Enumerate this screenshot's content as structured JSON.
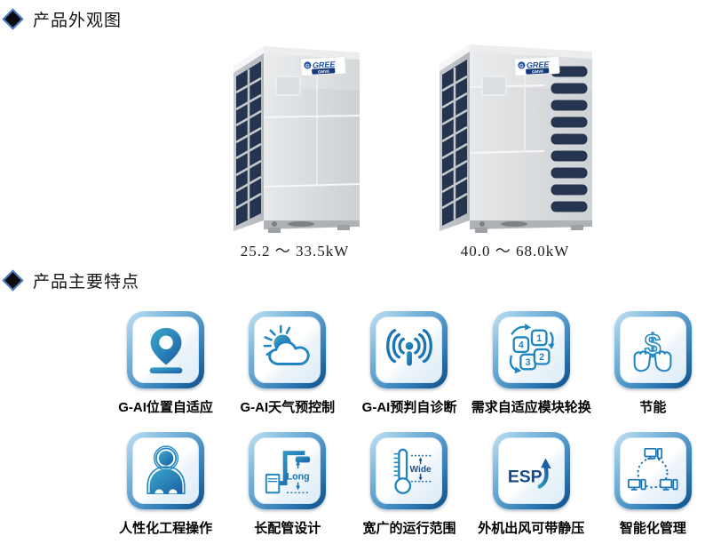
{
  "page": {
    "background": "#ffffff"
  },
  "sections": {
    "appearance": {
      "title": "产品外观图"
    },
    "features": {
      "title": "产品主要特点"
    }
  },
  "products": [
    {
      "brand": "GREE",
      "series": "GMV6",
      "capacity": "25.2 ～ 33.5kW"
    },
    {
      "brand": "GREE",
      "series": "GMV6",
      "capacity": "40.0 ～ 68.0kW"
    }
  ],
  "features": {
    "rows": [
      {
        "items": [
          {
            "icon": "location-pin-icon",
            "label": "G-AI位置自适应"
          },
          {
            "icon": "sun-cloud-icon",
            "label": "G-AI天气预控制"
          },
          {
            "icon": "signal-antenna-icon",
            "label": "G-AI预判自诊断"
          },
          {
            "icon": "module-rotation-icon",
            "label": "需求自适应模块轮换",
            "numbers": [
              "1",
              "2",
              "3",
              "4"
            ]
          },
          {
            "icon": "dollar-hands-icon",
            "label": "节能",
            "symbol": "$"
          }
        ]
      },
      {
        "items": [
          {
            "icon": "engineer-person-icon",
            "label": "人性化工程操作"
          },
          {
            "icon": "long-piping-icon",
            "label": "长配管设计",
            "text": "Long"
          },
          {
            "icon": "thermometer-icon",
            "label": "宽广的运行范围",
            "text": "Wide"
          },
          {
            "icon": "esp-arrow-icon",
            "label": "外机出风可带静压",
            "text": "ESP"
          },
          {
            "icon": "network-icon",
            "label": "智能化管理"
          }
        ]
      }
    ]
  },
  "colors": {
    "accent_blue": "#1f86c2",
    "deep_blue": "#16548f",
    "tile_rim_light": "#c3e2f3",
    "tile_rim_dark": "#0f4d86",
    "grille_navy": "#26354f",
    "unit_body": "#d8dbdd",
    "heading_text": "#141414"
  }
}
